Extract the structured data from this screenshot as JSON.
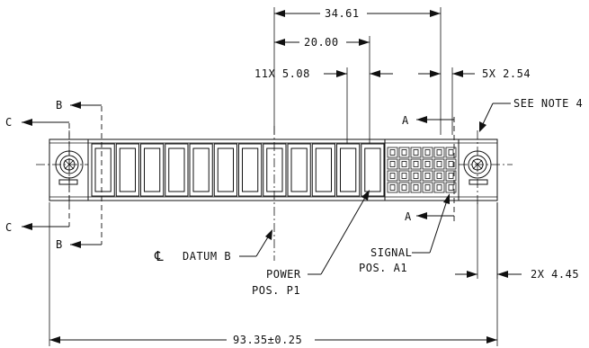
{
  "dimensions": {
    "overall_pitch": "34.61",
    "power_block": "20.00",
    "power_pitch": "11X 5.08",
    "signal_pitch": "5X 2.54",
    "mount_offset": "2X 4.45",
    "overall_length": "93.35±0.25"
  },
  "callouts": {
    "see_note": "SEE NOTE 4",
    "datum": "DATUM B",
    "datum_symbol": "℄",
    "power": "POWER",
    "power_pos": "POS. P1",
    "signal": "SIGNAL",
    "signal_pos": "POS. A1"
  },
  "section_labels": {
    "b_top": "B",
    "b_bottom": "B",
    "c_top": "C",
    "c_bottom": "C",
    "a_top": "A",
    "a_bottom": "A"
  },
  "connector": {
    "power_contacts": 12,
    "signal_columns": 6,
    "signal_rows": 4
  }
}
